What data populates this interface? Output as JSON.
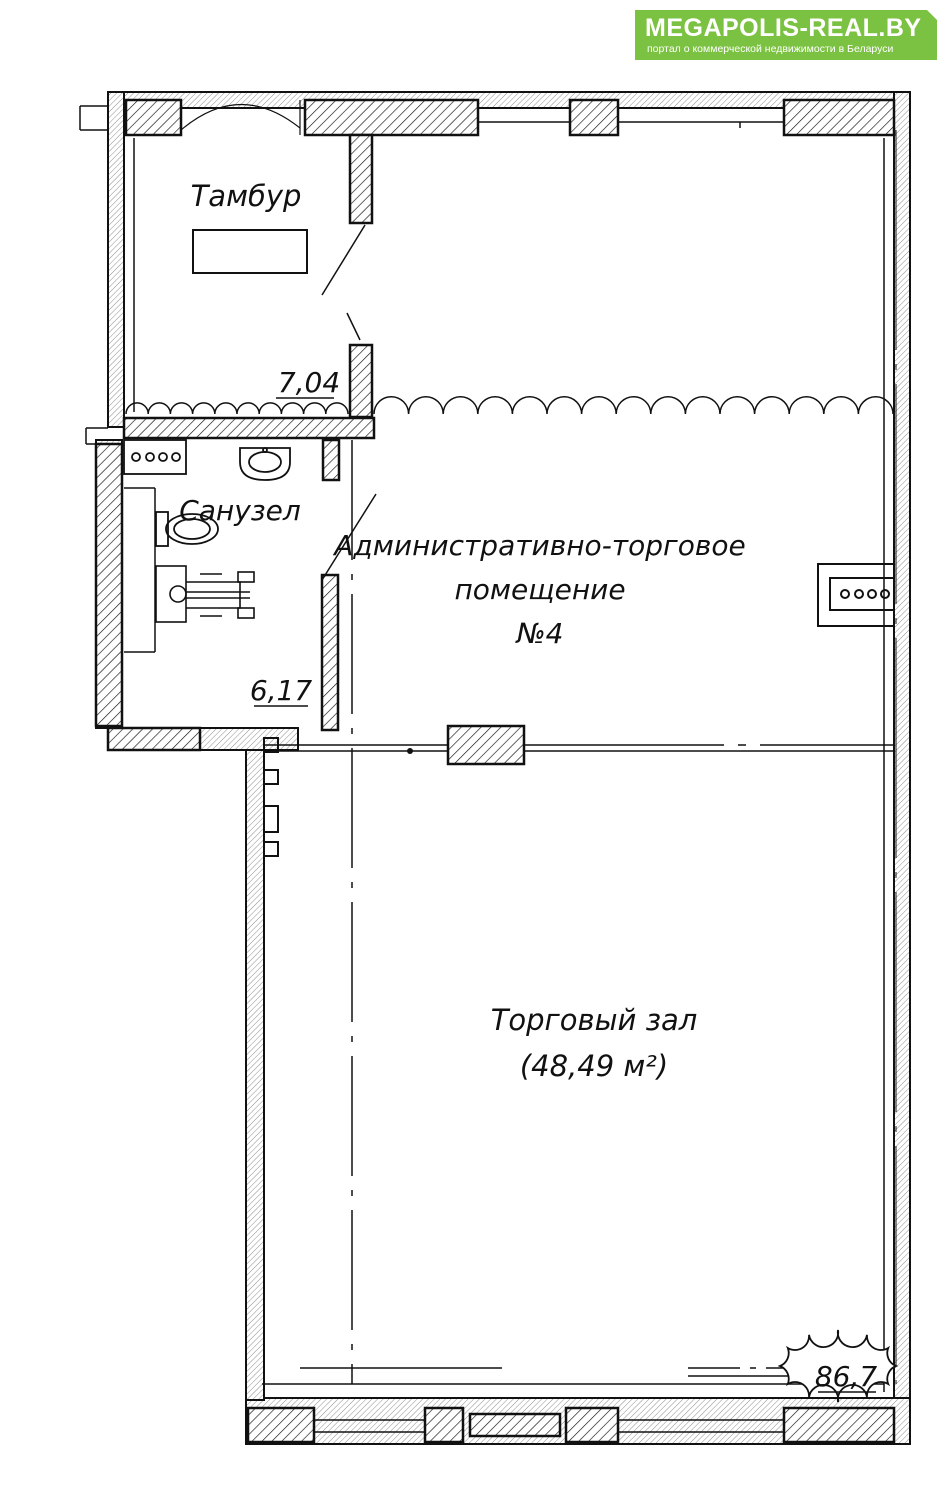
{
  "banner": {
    "title": "MEGAPOLIS-REAL.BY",
    "subtitle": "портал о коммерческой недвижимости в Беларуси",
    "color": "#7cc242"
  },
  "rooms": {
    "vestibule": {
      "name": "Тамбур",
      "area": "7,04"
    },
    "bathroom": {
      "name": "Санузел",
      "area": "6,17"
    },
    "admin": {
      "line1": "Административно-торговое",
      "line2": "помещение",
      "line3": "№4"
    },
    "hall": {
      "name": "Торговый зал",
      "area": "(48,49 м²)"
    },
    "total": "86,7"
  },
  "icons": [
    "washbasin-icon",
    "toilet-icon",
    "wheelchair-icon",
    "radiator-icon",
    "door-swing-icon",
    "window-icon"
  ]
}
